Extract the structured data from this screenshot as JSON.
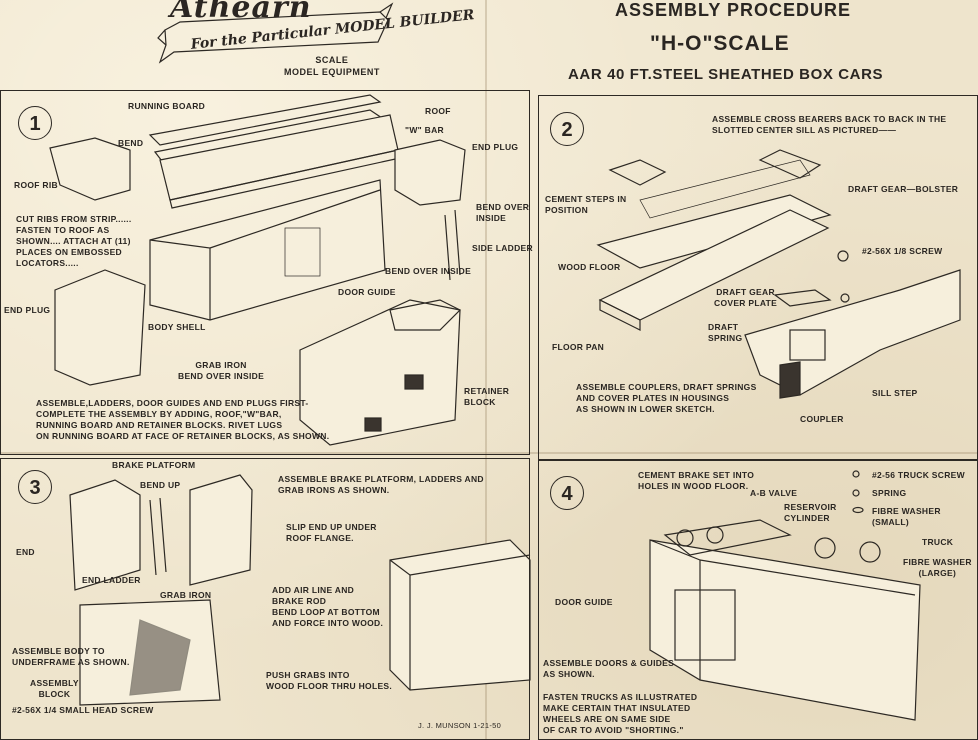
{
  "header": {
    "brand": "Athearn",
    "ribbon": "For the Particular MODEL BUILDER",
    "sub_line1": "SCALE",
    "sub_line2": "MODEL EQUIPMENT",
    "title": "ASSEMBLY PROCEDURE",
    "scale": "\"H-O\"SCALE",
    "subtitle": "AAR 40 FT.STEEL SHEATHED BOX CARS"
  },
  "panel1": {
    "number": "1",
    "labels": {
      "running_board": "RUNNING BOARD",
      "roof": "ROOF",
      "w_bar": "\"W\" BAR",
      "bend": "BEND",
      "end_plug_top": "END PLUG",
      "roof_rib": "ROOF RIB",
      "bend_over_inside_a": "BEND OVER\nINSIDE",
      "side_ladder": "SIDE LADDER",
      "bend_over_inside_b": "BEND OVER INSIDE",
      "door_guide": "DOOR GUIDE",
      "end_plug_left": "END PLUG",
      "body_shell": "BODY SHELL",
      "grab_iron": "GRAB IRON\nBEND OVER INSIDE",
      "retainer_block": "RETAINER\nBLOCK"
    },
    "note_ribs": "CUT RIBS FROM STRIP......\nFASTEN TO ROOF AS\nSHOWN.... ATTACH AT (11)\nPLACES ON EMBOSSED\nLOCATORS.....",
    "note_assemble": "ASSEMBLE,LADDERS, DOOR GUIDES AND END PLUGS FIRST-\nCOMPLETE THE ASSEMBLY BY ADDING, ROOF,\"W\"BAR,\nRUNNING BOARD AND RETAINER BLOCKS. RIVET LUGS\nON RUNNING BOARD AT FACE OF RETAINER BLOCKS, AS SHOWN."
  },
  "panel2": {
    "number": "2",
    "labels": {
      "cross_bearers": "ASSEMBLE CROSS BEARERS BACK TO BACK IN THE\nSLOTTED CENTER SILL AS PICTURED——",
      "cement_steps": "CEMENT STEPS IN\nPOSITION",
      "draft_gear_bolster": "DRAFT GEAR—BOLSTER",
      "screw": "#2-56X 1/8 SCREW",
      "wood_floor": "WOOD FLOOR",
      "draft_gear_cover": "DRAFT GEAR\nCOVER PLATE",
      "draft_spring": "DRAFT\nSPRING",
      "floor_pan": "FLOOR PAN",
      "sill_step": "SILL STEP",
      "coupler": "COUPLER"
    },
    "note": "ASSEMBLE COUPLERS, DRAFT SPRINGS\nAND COVER PLATES IN HOUSINGS\nAS SHOWN IN LOWER SKETCH."
  },
  "panel3": {
    "number": "3",
    "labels": {
      "brake_platform": "BRAKE PLATFORM",
      "bend_up": "BEND UP",
      "end": "END",
      "end_ladder": "END LADDER",
      "grab_iron": "GRAB IRON",
      "slip_end": "SLIP END UP UNDER\nROOF FLANGE.",
      "air_line": "ADD AIR LINE AND\nBRAKE ROD\nBEND LOOP AT BOTTOM\nAND FORCE INTO WOOD.",
      "assemble_body": "ASSEMBLE BODY TO\nUNDERFRAME AS SHOWN.",
      "assembly_block": "ASSEMBLY\nBLOCK",
      "small_screw": "#2-56X 1/4 SMALL HEAD SCREW",
      "push_grabs": "PUSH GRABS INTO\nWOOD FLOOR THRU HOLES.",
      "signature": "J. J. MUNSON   1-21-50"
    },
    "note": "ASSEMBLE BRAKE PLATFORM, LADDERS AND\nGRAB IRONS AS SHOWN."
  },
  "panel4": {
    "number": "4",
    "labels": {
      "cement_brake": "CEMENT BRAKE SET INTO\nHOLES IN WOOD FLOOR.",
      "ab_valve": "A-B VALVE",
      "reservoir": "RESERVOIR\nCYLINDER",
      "truck_screw": "#2-56 TRUCK SCREW",
      "spring": "SPRING",
      "fibre_small": "FIBRE WASHER\n(SMALL)",
      "truck": "TRUCK",
      "fibre_large": "FIBRE WASHER\n(LARGE)",
      "door_guide": "DOOR GUIDE",
      "doors_guides": "ASSEMBLE DOORS & GUIDES\nAS SHOWN."
    },
    "note": "FASTEN TRUCKS AS ILLUSTRATED\nMAKE CERTAIN THAT INSULATED\nWHEELS ARE ON SAME SIDE\nOF CAR TO AVOID \"SHORTING.\""
  }
}
